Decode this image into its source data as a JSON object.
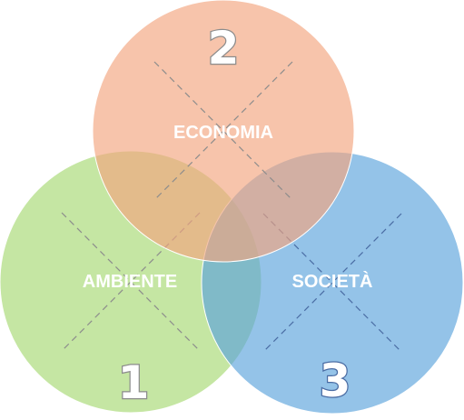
{
  "circles": {
    "economia": {
      "label": "ECONOMIA",
      "number": "2",
      "color": "#F2A47E",
      "outline": "#8C8C8C"
    },
    "ambiente": {
      "label": "AMBIENTE",
      "number": "1",
      "color": "#A6D872",
      "outline": "#8C8C8C"
    },
    "societa": {
      "label": "SOCIETÀ",
      "number": "3",
      "color": "#5BA3DC",
      "outline": "#4A6CA3"
    }
  }
}
